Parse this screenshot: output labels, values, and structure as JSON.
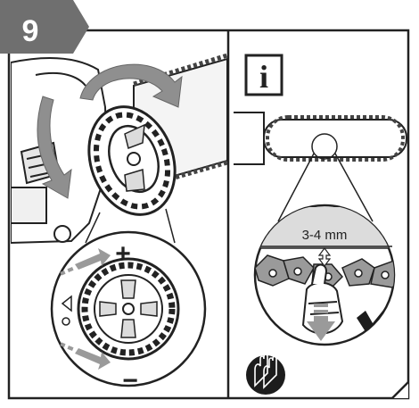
{
  "step": {
    "number": "9"
  },
  "info": {
    "symbol": "i"
  },
  "measurement": {
    "text": "3-4 mm"
  },
  "adjust": {
    "plus": "+",
    "minus": "−"
  },
  "icons": {
    "step_badge": "step-number-badge",
    "info": "info-icon",
    "check": "checkmark-icon",
    "gloves": "protective-gloves-icon"
  },
  "colors": {
    "badge_gray": "#6f6f6f",
    "outline": "#222222",
    "arrow_gray": "#8a8a8a",
    "light_gray": "#d9d9d9",
    "chain_gray": "#9a9a9a"
  }
}
